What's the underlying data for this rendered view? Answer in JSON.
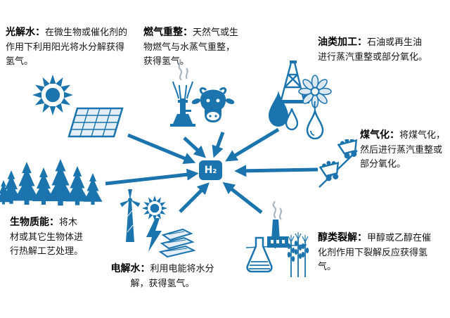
{
  "accent": "#1b74ad",
  "smoke_color": "#a9b6c0",
  "center": {
    "label": "H₂"
  },
  "methods": {
    "photolysis": {
      "title": "光解水：",
      "desc": "在微生物或催化剂的作用下利用阳光将水分解获得氢气。"
    },
    "gas_reforming": {
      "title": "燃气重整：",
      "desc": "天然气或生物燃气与水蒸气重整，获得氢气。"
    },
    "oil_processing": {
      "title": "油类加工：",
      "desc": "石油或再生油进行蒸汽重整或部分氧化。"
    },
    "coal_gasification": {
      "title": "煤气化：",
      "desc": "将煤气化，然后进行蒸汽重整或部分氧化。"
    },
    "biomass": {
      "title": "生物质能：",
      "desc": "将木材或其它生物体进行热解工艺处理。"
    },
    "electrolysis": {
      "title": "电解水：",
      "desc": "利用电能将水分解，获得氢气。"
    },
    "alcohol_cracking": {
      "title": "醇类裂解：",
      "desc": "甲醇或乙醇在催化剂作用下裂解反应获得氢气。"
    }
  },
  "icons": [
    "sun-icon",
    "solar-panel-icon",
    "bunsen-burner-icon",
    "smoke-icon",
    "cow-icon",
    "oil-rig-icon",
    "oil-drop-icon",
    "flower-icon",
    "water-drop-icon",
    "coal-cart-icon",
    "forest-icon",
    "wind-turbine-icon",
    "small-sun-icon",
    "lightning-icon",
    "metal-stack-icon",
    "factory-icon",
    "flask-icon",
    "wheat-icon"
  ]
}
